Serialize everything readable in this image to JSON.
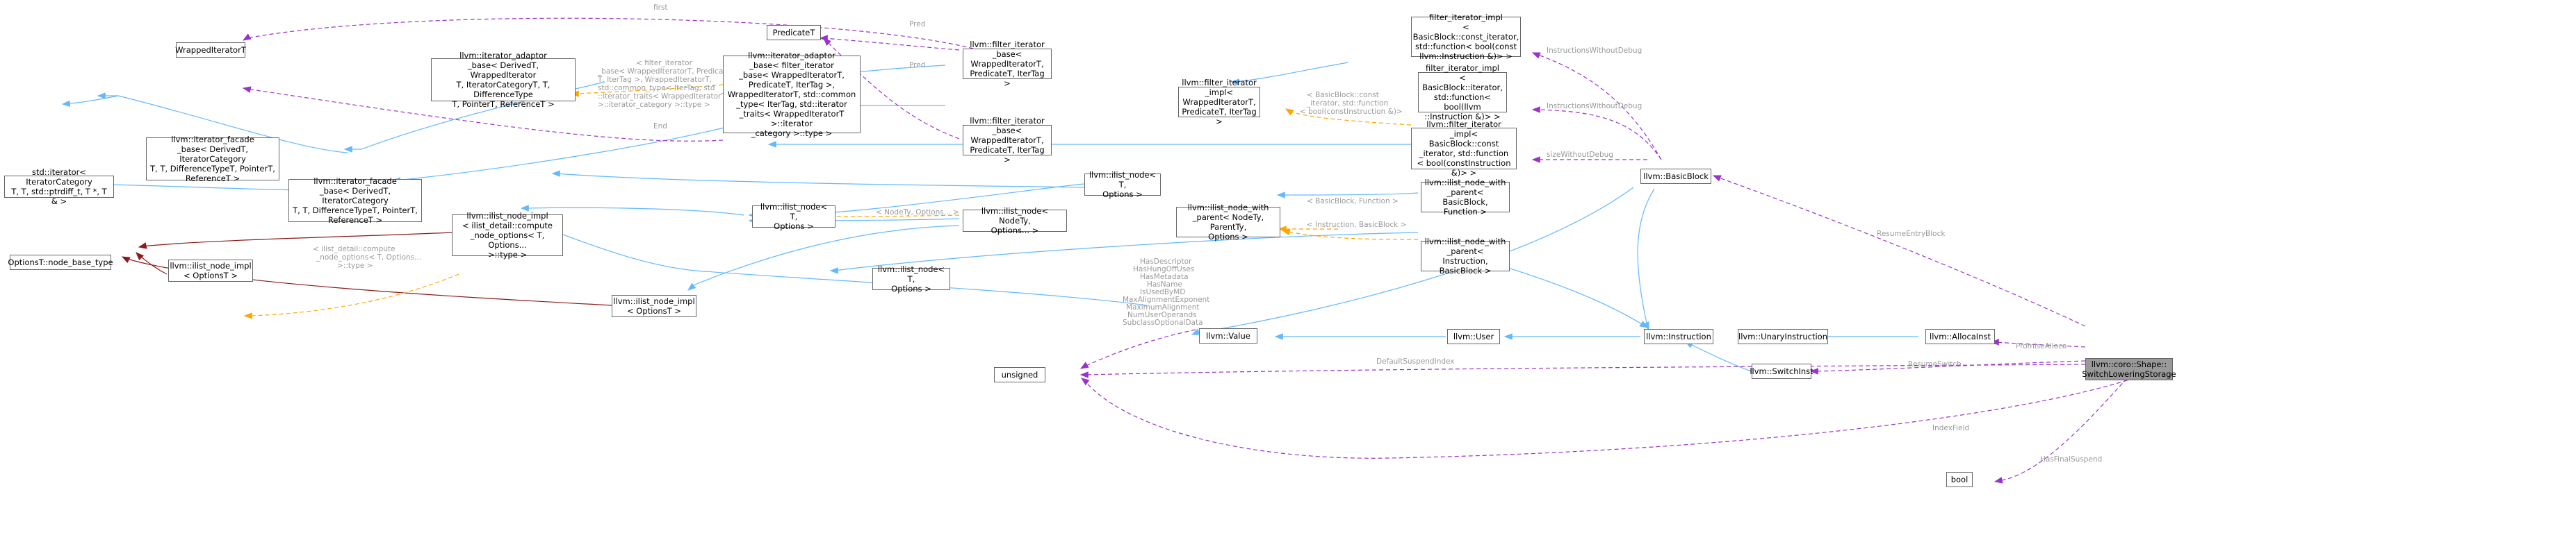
{
  "nodes": {
    "wrapped_iterator": "WrappedIteratorT",
    "predicate_t": "PredicateT",
    "iterator_adaptor_base": "llvm::iterator_adaptor\n_base< DerivedT, WrappedIterator\nT, IteratorCategoryT, T, DifferenceType\nT, PointerT, ReferenceT >",
    "iterator_adaptor_filter": "llvm::iterator_adaptor\n_base< filter_iterator\n_base< WrappedIteratorT,\nPredicateT, IterTag >,\nWrappedIteratorT, std::common\n_type< IterTag, std::iterator\n_traits< WrappedIteratorT >::iterator\n_category >::type >",
    "filter_iterator_base_1": "llvm::filter_iterator\n_base< WrappedIteratorT,\nPredicateT, IterTag >",
    "filter_iterator_base_2": "llvm::filter_iterator\n_base< WrappedIteratorT,\nPredicateT, IterTag >",
    "filter_iterator_impl": "llvm::filter_iterator\n_impl< WrappedIteratorT,\nPredicateT, IterTag >",
    "fii_const_iter": "filter_iterator_impl\n< BasicBlock::const_iterator,\nstd::function< bool(const\nllvm::Instruction &)> >",
    "fii_iter": "filter_iterator_impl\n< BasicBlock::iterator,\nstd::function< bool(llvm\n::Instruction &)> >",
    "llvm_fii_const": "llvm::filter_iterator\n_impl< BasicBlock::const\n_iterator, std::function\n< bool(constInstruction &)> >",
    "iterator_facade_base_1": "llvm::iterator_facade\n_base< DerivedT, IteratorCategory\nT, T, DifferenceTypeT, PointerT,\nReferenceT >",
    "iterator_facade_base_2": "llvm::iterator_facade\n_base< DerivedT, IteratorCategory\nT, T, DifferenceTypeT, PointerT,\nReferenceT >",
    "std_iterator": "std::iterator< IteratorCategory\nT, T, std::ptrdiff_t, T *, T & >",
    "options_node_base": "OptionsT::node_base_type",
    "ilist_node_impl_1": "llvm::ilist_node_impl\n< ilist_detail::compute\n_node_options< T, Options...\n>::type >",
    "ilist_node_impl_opts": "llvm::ilist_node_impl\n< OptionsT >",
    "ilist_node_impl_opts2": "llvm::ilist_node_impl\n< OptionsT >",
    "ilist_node_T_opts_mid": "llvm::ilist_node< T,\nOptions >",
    "ilist_node_T_opts_top": "llvm::ilist_node< T,\nOptions >",
    "ilist_node_T_opts_low": "llvm::ilist_node< T,\nOptions >",
    "ilist_node_nodety": "llvm::ilist_node< NodeTy,\nOptions... >",
    "ilist_node_with_parent_bb": "llvm::ilist_node_with\n_parent< BasicBlock,\nFunction >",
    "ilist_node_with_parent_generic": "llvm::ilist_node_with\n_parent< NodeTy, ParentTy,\nOptions >",
    "ilist_node_with_parent_inst": "llvm::ilist_node_with\n_parent< Instruction,\nBasicBlock >",
    "basic_block": "llvm::BasicBlock",
    "value": "llvm::Value",
    "user": "llvm::User",
    "instruction": "llvm::Instruction",
    "unary_instruction": "llvm::UnaryInstruction",
    "alloca_inst": "llvm::AllocaInst",
    "switch_inst": "llvm::SwitchInst",
    "unsigned": "unsigned",
    "bool": "bool",
    "focus": "llvm::coro::Shape::\nSwitchLoweringStorage"
  },
  "edge_labels": {
    "first": "first",
    "pred_1": "Pred",
    "pred_2": "Pred",
    "end": "End",
    "adaptor_tmpl": "< filter_iterator\n_base< WrappedIteratorT, Predicate\nT, IterTag >, WrappedIteratorT,\nstd::common_type< IterTag, std\n::iterator_traits< WrappedIteratorT\n>::iterator_category >::type >",
    "facade_tmpl": "< BasicBlock::const\n_iterator, std::function\n< bool(constInstruction &)>",
    "bb_function": "< BasicBlock, Function >",
    "inst_bb": "< Instruction, BasicBlock >",
    "nodety_opts": "< NodeTy, Options... >",
    "compute_opts": "< ilist_detail::compute\n_node_options< T, Options...\n>::type >",
    "inst_without_debug_1": "InstructionsWithoutDebug",
    "inst_without_debug_2": "InstructionsWithoutDebug",
    "size_without_debug": "sizeWithoutDebug",
    "value_fields": "HasDescriptor\nHasHungOffUses\nHasMetadata\nHasName\nIsUsedByMD\nMaxAlignmentExponent\nMaximumAlignment\nNumUserOperands\nSubclassOptionalData",
    "resume_entry_block": "ResumeEntryBlock",
    "promise_alloca": "PromiseAlloca",
    "resume_switch": "ResumeSwitch",
    "default_suspend_index": "DefaultSuspendIndex",
    "index_field": "IndexField",
    "has_final_suspend": "HasFinalSuspend"
  },
  "colors": {
    "inheritance": "#63b8ff",
    "usage": "#9a32cd",
    "template": "#ffa500",
    "private": "#8b1a1a",
    "focus_fill": "#999999"
  }
}
